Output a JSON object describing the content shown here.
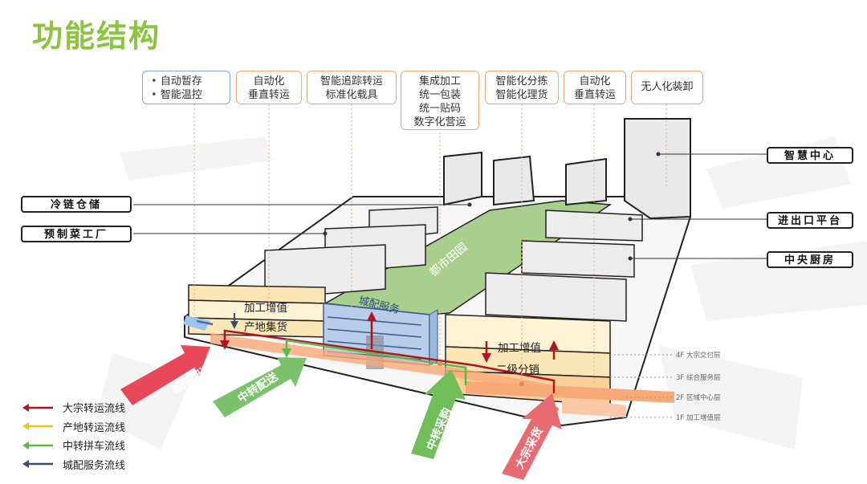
{
  "title": "功能结构",
  "top_labels": [
    {
      "lines": [
        "自动暂存",
        "智能温控"
      ]
    },
    {
      "lines": [
        "自动化",
        "垂直转运"
      ]
    },
    {
      "lines": [
        "智能追踪转运",
        "标准化载具"
      ]
    },
    {
      "lines": [
        "集成加工",
        "统一包装",
        "统一贴码",
        "数字化营运"
      ]
    },
    {
      "lines": [
        "智能化分拣",
        "智能化理货"
      ]
    },
    {
      "lines": [
        "自动化",
        "垂直转运"
      ]
    },
    {
      "lines": [
        "无人化装卸"
      ]
    }
  ],
  "side_labels": {
    "cold_storage": "冷链仓储",
    "prepared_food": "预制菜工厂",
    "smart_center": "智慧中心",
    "import_export": "进出口平台",
    "central_kitchen": "中央厨房"
  },
  "inner_labels": {
    "urban_farm": "都市田园",
    "city_service": "城配服务",
    "left_processing": "加工增值",
    "left_origin": "产地集货",
    "right_processing": "加工增值",
    "right_distribution": "二级分销"
  },
  "floors": [
    "4F 大宗交付层",
    "3F 综合服务层",
    "2F 区域中心层",
    "1F 加工增值层"
  ],
  "arrows": {
    "intercity": "城际配送",
    "transit_delivery": "中转配送",
    "transit_purchase": "中转采购",
    "bulk_purchase": "大宗采货"
  },
  "legend": [
    {
      "label": "大宗转运流线",
      "color": "#b3121f"
    },
    {
      "label": "产地转运流线",
      "color": "#f2c21b"
    },
    {
      "label": "中转拼车流线",
      "color": "#5fb846"
    },
    {
      "label": "城配服务流线",
      "color": "#3f4f6b"
    }
  ],
  "colors": {
    "title": "#8cc43f",
    "orange_border": "#f0a774",
    "blue_border": "#7fa9d6",
    "green_roof": "#a9cf8e",
    "building": "#ececec",
    "floor_yellow": "#fbe6b5",
    "floor_orange": "#f7a978"
  }
}
